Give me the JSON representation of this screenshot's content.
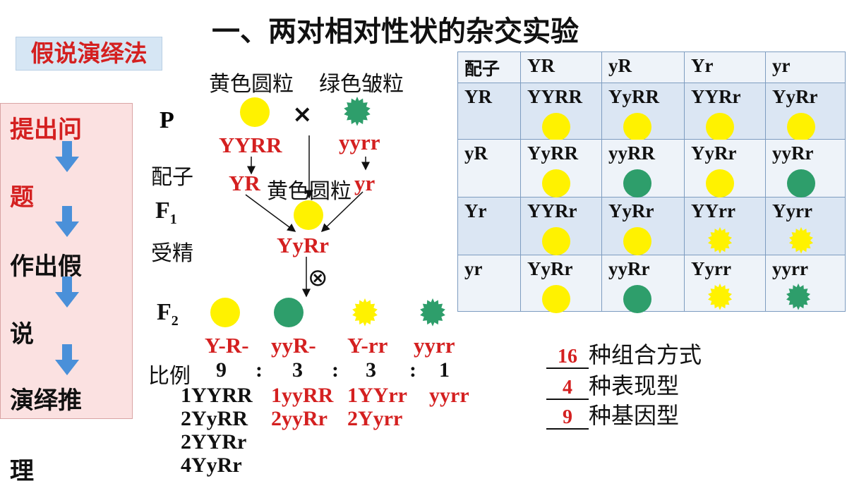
{
  "title": "一、两对相对性状的杂交实验",
  "method": "假说演绎法",
  "steps": {
    "s1": "提出问",
    "s2": "题",
    "s3": "作出假",
    "s4": "说",
    "s5": "演绎推",
    "s6": "理"
  },
  "cross": {
    "parent1_phenotype": "黄色圆粒",
    "parent2_phenotype": "绿色皱粒",
    "p_label": "P",
    "cross_symbol": "×",
    "parent1_genotype": "YYRR",
    "parent2_genotype": "yyrr",
    "gamete_label": "配子",
    "gamete1": "YR",
    "gamete2": "yr",
    "f1_phenotype": "黄色圆粒",
    "f1_label": "F",
    "f1_sub": "1",
    "fert_label": "受精",
    "f1_genotype": "YyRr",
    "self_symbol": "⊗",
    "f2_label": "F",
    "f2_sub": "2",
    "ratio_label": "比例",
    "f2_classes": [
      {
        "genotype": "Y-R-",
        "ratio": "9",
        "list": [
          "1YYRR",
          "2YyRR",
          "2YYRr",
          "4YyRr"
        ]
      },
      {
        "genotype": "yyR-",
        "ratio": "3",
        "list": [
          "1yyRR",
          "2yyRr"
        ]
      },
      {
        "genotype": "Y-rr",
        "ratio": "3",
        "list": [
          "1YYrr",
          "2Yyrr"
        ]
      },
      {
        "genotype": "yyrr",
        "ratio": "1",
        "list": [
          "yyrr"
        ]
      }
    ],
    "colon": ":"
  },
  "punnett": {
    "corner": "配子",
    "cols": [
      "YR",
      "yR",
      "Yr",
      "yr"
    ],
    "rows": [
      {
        "gamete": "YR",
        "cells": [
          "YYRR",
          "YyRR",
          "YYRr",
          "YyRr"
        ]
      },
      {
        "gamete": "yR",
        "cells": [
          "YyRR",
          "yyRR",
          "YyRr",
          "yyRr"
        ]
      },
      {
        "gamete": "Yr",
        "cells": [
          "YYRr",
          "YyRr",
          "YYrr",
          "Yyrr"
        ]
      },
      {
        "gamete": "yr",
        "cells": [
          "YyRr",
          "yyRr",
          "Yyrr",
          "yyrr"
        ]
      }
    ]
  },
  "summary": [
    {
      "blank": "16",
      "text": "种组合方式"
    },
    {
      "blank": "4",
      "text": "种表现型"
    },
    {
      "blank": "9",
      "text": "种基因型"
    }
  ],
  "colors": {
    "red_text": "#d42020",
    "yellow_seed": "#fff200",
    "green_seed": "#2e9e6b"
  }
}
